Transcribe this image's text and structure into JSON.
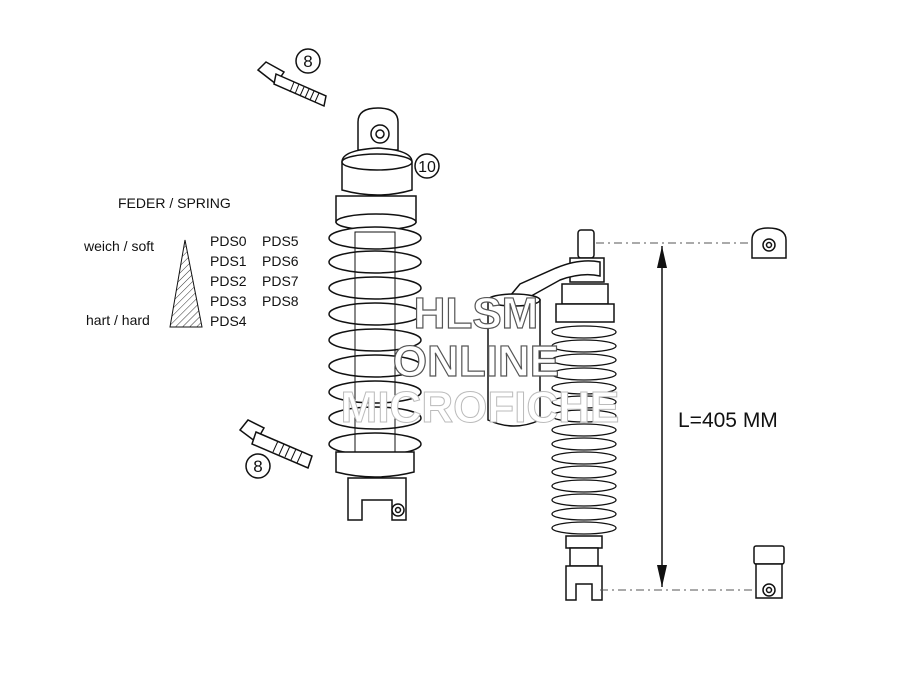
{
  "callouts": {
    "bolt_top": "8",
    "shock": "10",
    "bolt_bottom": "8"
  },
  "spring_table": {
    "heading": "FEDER / SPRING",
    "soft_label": "weich / soft",
    "hard_label": "hart / hard",
    "column1": [
      "PDS0",
      "PDS1",
      "PDS2",
      "PDS3",
      "PDS4"
    ],
    "column2": [
      "PDS5",
      "PDS6",
      "PDS7",
      "PDS8"
    ]
  },
  "dimension": {
    "length_label": "L=405 MM"
  },
  "watermark": {
    "line1": "HLSM",
    "line2": "ONLINE",
    "line3": "MICROFICHE"
  },
  "colors": {
    "line": "#111111",
    "dashed": "#555555",
    "shade": "#cccccc",
    "watermark_stroke": "#555555"
  }
}
